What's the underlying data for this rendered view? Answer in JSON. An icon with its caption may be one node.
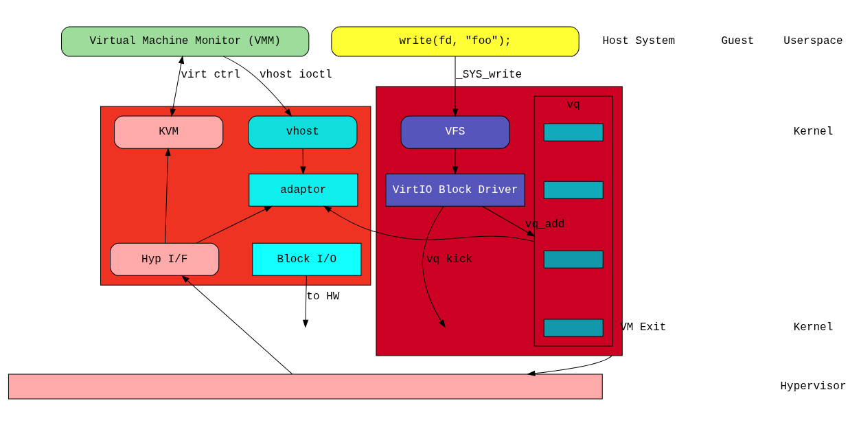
{
  "diagram": {
    "nodes": [
      {
        "text": [
          "Virtual Machine Monitor (VMM)"
        ]
      },
      {
        "text": [
          "write(fd, \"foo\");"
        ]
      },
      {
        "text": [],
        "shape": "box"
      },
      {
        "text": [
          "KVM"
        ],
        "in": 2
      },
      {
        "text": [
          "vhost"
        ],
        "in": 2
      },
      {
        "text": [
          "adaptor"
        ],
        "in": 2
      },
      {
        "text": [
          "Block I/O"
        ],
        "in": 2
      },
      {
        "text": [
          "Hyp I/F"
        ],
        "in": 2
      },
      {
        "text": [],
        "shape": "box"
      },
      {
        "text": [
          "VFS"
        ],
        "in": 8
      },
      {
        "text": [
          "vq"
        ],
        "in": 8
      },
      {
        "text": [],
        "shape": "box",
        "in": 10
      },
      {
        "text": [],
        "shape": "box",
        "in": 10
      },
      {
        "text": [],
        "shape": "box",
        "in": 10
      },
      {
        "text": [],
        "shape": "box",
        "in": 10
      },
      {
        "text": [
          "VirtIO Block Driver"
        ],
        "in": 8
      },
      {
        "text": [],
        "shape": "box"
      }
    ],
    "edges": [
      {
        "from": 0,
        "to": 3,
        "arrow": "both",
        "label": "virt ctrl"
      },
      {
        "from": 0,
        "to": 4,
        "arrow": "to",
        "label": "vhost ioctl"
      },
      {
        "from": 1,
        "to": 9,
        "arrow": "to",
        "label": "_SYS_write"
      },
      {
        "from": 7,
        "to": 3,
        "arrow": "to"
      },
      {
        "from": 7,
        "to": 5,
        "arrow": "to"
      },
      {
        "from": 4,
        "to": 5,
        "arrow": "to"
      },
      {
        "from": 10,
        "to": 5,
        "arrow": "to"
      },
      {
        "from": 6,
        "to": null,
        "arrow": "to",
        "label": "to HW"
      },
      {
        "from": 9,
        "to": 15,
        "arrow": "to"
      },
      {
        "from": 15,
        "to": 10,
        "arrow": "to",
        "label": "vq_add"
      },
      {
        "from": 15,
        "to": null,
        "arrow": "to",
        "label": "vq kick"
      },
      {
        "from": 8,
        "to": 16,
        "arrow": "to",
        "label": "VM Exit"
      },
      {
        "from": 16,
        "to": 7,
        "arrow": "to"
      }
    ],
    "labels": [
      "Host System",
      "Guest",
      "Userspace",
      "Kernel",
      "Kernel",
      "Hypervisor"
    ]
  }
}
